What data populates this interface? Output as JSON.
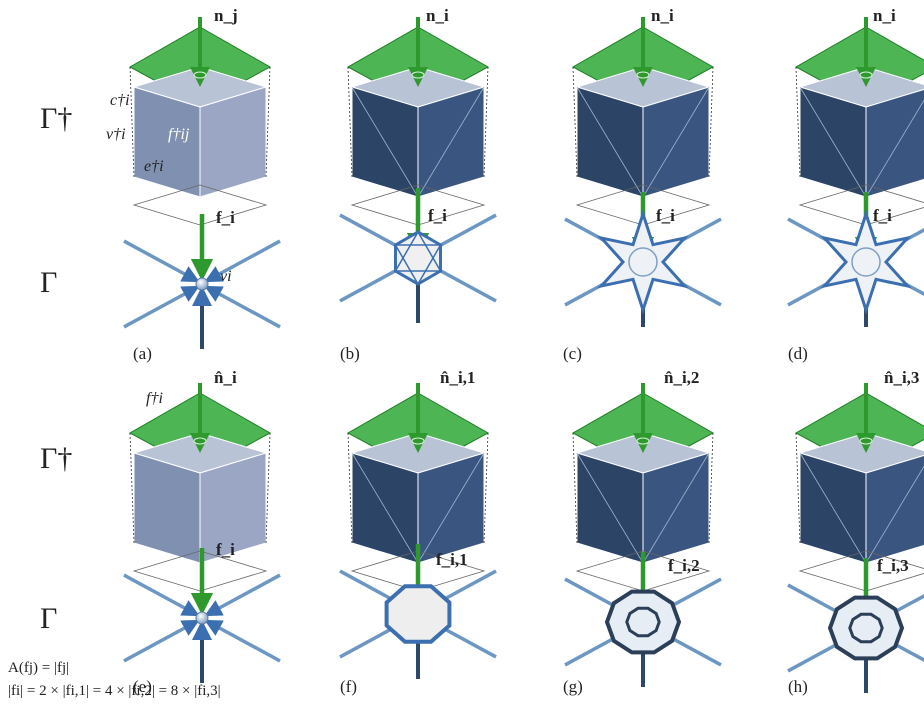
{
  "rows": {
    "form_top": "Γ†",
    "force_top": "Γ",
    "form_bottom": "Γ†",
    "force_bottom": "Γ"
  },
  "panels": [
    "(a)",
    "(b)",
    "(c)",
    "(d)",
    "(e)",
    "(f)",
    "(g)",
    "(h)"
  ],
  "top_normals": [
    "n_j",
    "n_i",
    "n_i",
    "n_i"
  ],
  "top_forces": [
    "f_i",
    "f_i",
    "f_i",
    "f_i"
  ],
  "bottom_normals": [
    "n̂_i",
    "n̂_i,1",
    "n̂_i,2",
    "n̂_i,3"
  ],
  "bottom_forces": [
    "f_i",
    "f_i,1",
    "f_i,2",
    "f_i,3"
  ],
  "annotations": {
    "cell": "c†i",
    "vertex": "v†i",
    "face": "f†ij",
    "edge": "e†i",
    "force_vertex": "vi",
    "face_e": "f†i"
  },
  "equations": {
    "area": "A(fj) = |fj|",
    "split": "|fi| = 2 × |fi,1| = 4 × |fi,2| = 8 × |fi,3|"
  },
  "colors": {
    "plane": "#2ea836",
    "arrow": "#2e9a2e",
    "cube_dark": "#2c4466",
    "cube_light": "#8090b0",
    "member": "#3b6fb0",
    "force_arrow": "#6c97c2"
  }
}
